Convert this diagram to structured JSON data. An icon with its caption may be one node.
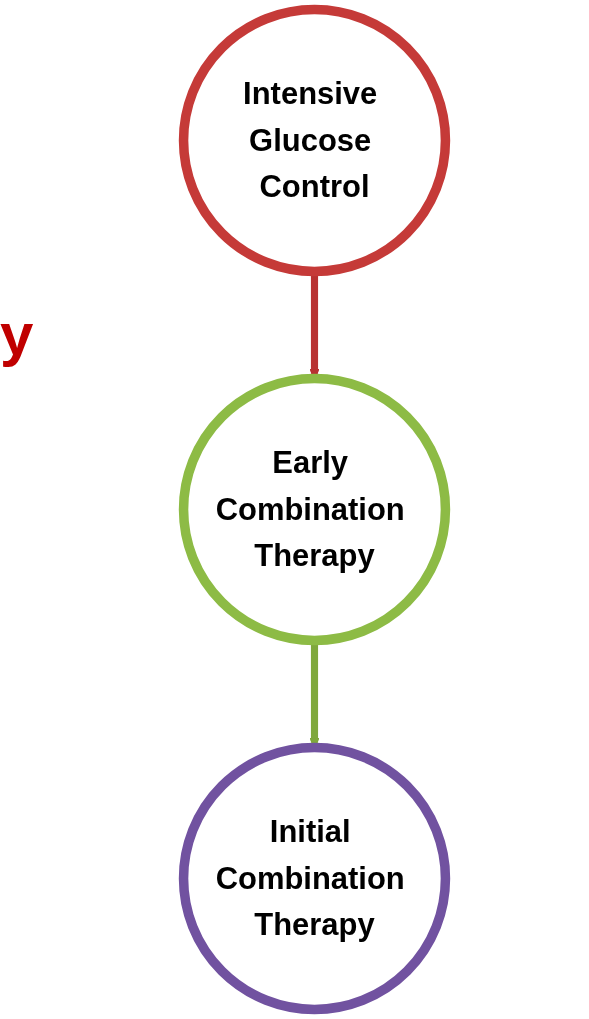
{
  "diagram": {
    "nodes": [
      {
        "text": [
          "Intensive Glucose Control"
        ]
      },
      {
        "text": [
          "Early Combination Therapy"
        ]
      },
      {
        "text": [
          "Initial Combination Therapy"
        ]
      }
    ],
    "edges": [
      {
        "from": 0,
        "to": 1,
        "arrow": "to",
        "color": "#b83232"
      },
      {
        "from": 1,
        "to": 2,
        "arrow": "to",
        "color": "#7fa83c"
      }
    ],
    "labels": [
      "y"
    ]
  }
}
